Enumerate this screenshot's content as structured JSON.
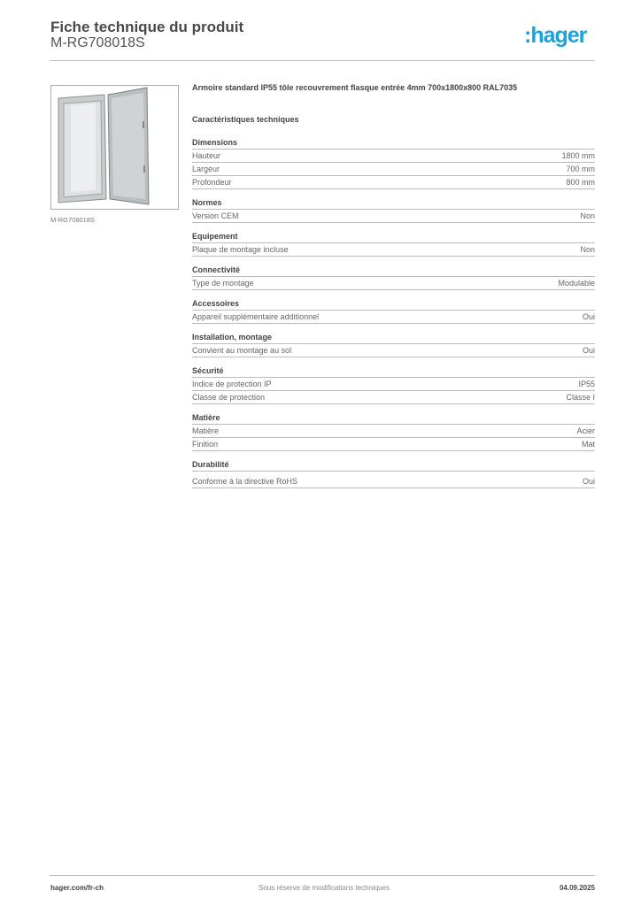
{
  "header": {
    "title": "Fiche technique du produit",
    "product_code": "M-RG708018S",
    "logo": "hager",
    "brand_color": "#1aa3dd"
  },
  "image": {
    "caption": "M-RG708018S",
    "icon": "cabinet-enclosure-image"
  },
  "description": "Armoire standard IP55 tôle recouvrement flasque entrée 4mm 700x1800x800 RAL7035",
  "specs_title": "Caractéristiques techniques",
  "sections": [
    {
      "title": "Dimensions",
      "rows": [
        {
          "label": "Hauteur",
          "value": "1800 mm"
        },
        {
          "label": "Largeur",
          "value": "700 mm"
        },
        {
          "label": "Profondeur",
          "value": "800 mm"
        }
      ]
    },
    {
      "title": "Normes",
      "rows": [
        {
          "label": "Version CEM",
          "value": "Non"
        }
      ]
    },
    {
      "title": "Equipement",
      "rows": [
        {
          "label": "Plaque de montage incluse",
          "value": "Non"
        }
      ]
    },
    {
      "title": "Connectivité",
      "rows": [
        {
          "label": "Type de montage",
          "value": "Modulable"
        }
      ]
    },
    {
      "title": "Accessoires",
      "rows": [
        {
          "label": "Appareil supplémentaire additionnel",
          "value": "Oui"
        }
      ]
    },
    {
      "title": "Installation, montage",
      "rows": [
        {
          "label": "Convient au montage au sol",
          "value": "Oui"
        }
      ]
    },
    {
      "title": "Sécurité",
      "rows": [
        {
          "label": "Indice de protection IP",
          "value": "IP55"
        },
        {
          "label": "Classe de protection",
          "value": "Classe I"
        }
      ]
    },
    {
      "title": "Matière",
      "rows": [
        {
          "label": "Matière",
          "value": "Acier"
        },
        {
          "label": "Finition",
          "value": "Mat"
        }
      ]
    },
    {
      "title": "Durabilité",
      "rows": [
        {
          "label": "Conforme à la directive RoHS",
          "value": "Oui"
        }
      ]
    }
  ],
  "footer": {
    "website": "hager.com/fr-ch",
    "disclaimer": "Sous réserve de modifications techniques",
    "date": "04.09.2025"
  }
}
